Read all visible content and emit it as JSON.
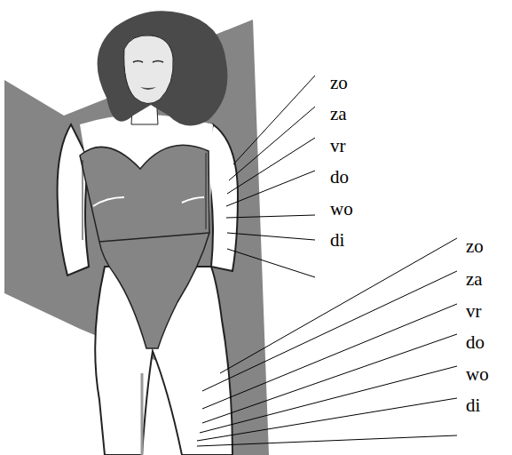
{
  "diagram": {
    "labels": [
      "zo",
      "za",
      "vr",
      "do",
      "wo",
      "di",
      "zo",
      "za",
      "vr",
      "do",
      "wo",
      "di"
    ]
  }
}
